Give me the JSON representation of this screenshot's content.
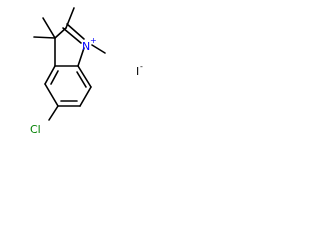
{
  "molecule": {
    "atoms": {
      "nitrogen": {
        "symbol": "N",
        "charge": "+",
        "color": "#0000ff"
      },
      "chlorine": {
        "symbol": "Cl",
        "color": "#008000"
      },
      "iodine": {
        "symbol": "I",
        "charge": "-",
        "color": "#000000"
      }
    },
    "bond_color": "#000000"
  }
}
